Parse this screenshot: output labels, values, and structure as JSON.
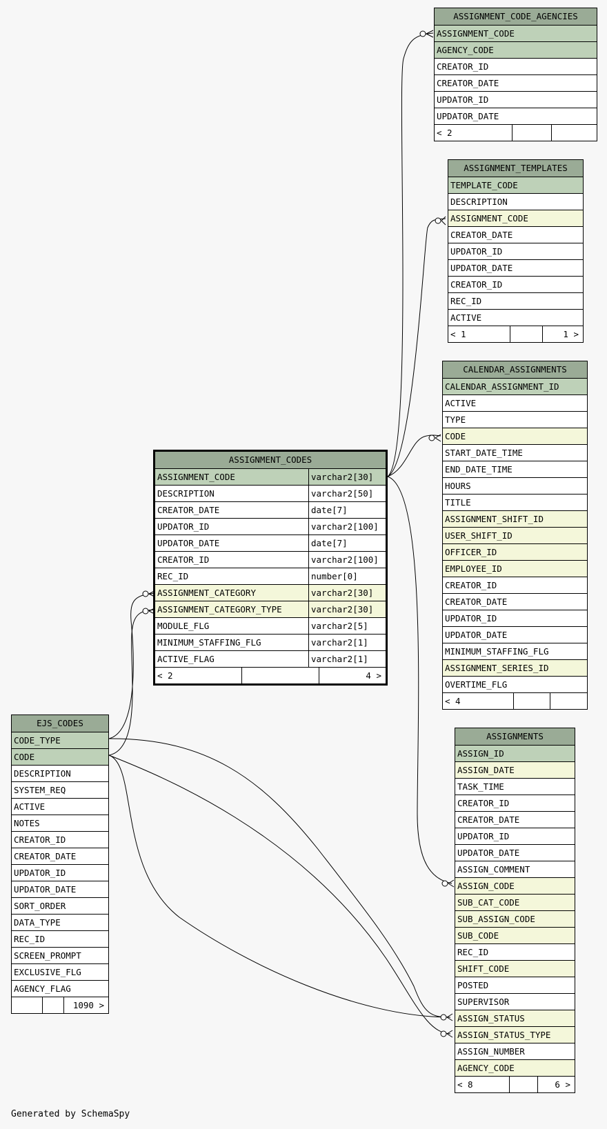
{
  "tables": {
    "assignment_code_agencies": {
      "title": "ASSIGNMENT_CODE_AGENCIES",
      "columns": [
        {
          "name": "ASSIGNMENT_CODE",
          "kind": "pk"
        },
        {
          "name": "AGENCY_CODE",
          "kind": "pk"
        },
        {
          "name": "CREATOR_ID",
          "kind": "plain"
        },
        {
          "name": "CREATOR_DATE",
          "kind": "plain"
        },
        {
          "name": "UPDATOR_ID",
          "kind": "plain"
        },
        {
          "name": "UPDATOR_DATE",
          "kind": "plain"
        }
      ],
      "footer": {
        "left": "< 2",
        "mid": "",
        "right": ""
      }
    },
    "assignment_templates": {
      "title": "ASSIGNMENT_TEMPLATES",
      "columns": [
        {
          "name": "TEMPLATE_CODE",
          "kind": "pk"
        },
        {
          "name": "DESCRIPTION",
          "kind": "plain"
        },
        {
          "name": "ASSIGNMENT_CODE",
          "kind": "fk"
        },
        {
          "name": "CREATOR_DATE",
          "kind": "plain"
        },
        {
          "name": "UPDATOR_ID",
          "kind": "plain"
        },
        {
          "name": "UPDATOR_DATE",
          "kind": "plain"
        },
        {
          "name": "CREATOR_ID",
          "kind": "plain"
        },
        {
          "name": "REC_ID",
          "kind": "plain"
        },
        {
          "name": "ACTIVE",
          "kind": "plain"
        }
      ],
      "footer": {
        "left": "< 1",
        "mid": "",
        "right": "1 >"
      }
    },
    "calendar_assignments": {
      "title": "CALENDAR_ASSIGNMENTS",
      "columns": [
        {
          "name": "CALENDAR_ASSIGNMENT_ID",
          "kind": "pk"
        },
        {
          "name": "ACTIVE",
          "kind": "plain"
        },
        {
          "name": "TYPE",
          "kind": "plain"
        },
        {
          "name": "CODE",
          "kind": "fk"
        },
        {
          "name": "START_DATE_TIME",
          "kind": "plain"
        },
        {
          "name": "END_DATE_TIME",
          "kind": "plain"
        },
        {
          "name": "HOURS",
          "kind": "plain"
        },
        {
          "name": "TITLE",
          "kind": "plain"
        },
        {
          "name": "ASSIGNMENT_SHIFT_ID",
          "kind": "fk"
        },
        {
          "name": "USER_SHIFT_ID",
          "kind": "fk"
        },
        {
          "name": "OFFICER_ID",
          "kind": "fk"
        },
        {
          "name": "EMPLOYEE_ID",
          "kind": "fk"
        },
        {
          "name": "CREATOR_ID",
          "kind": "plain"
        },
        {
          "name": "CREATOR_DATE",
          "kind": "plain"
        },
        {
          "name": "UPDATOR_ID",
          "kind": "plain"
        },
        {
          "name": "UPDATOR_DATE",
          "kind": "plain"
        },
        {
          "name": "MINIMUM_STAFFING_FLG",
          "kind": "plain"
        },
        {
          "name": "ASSIGNMENT_SERIES_ID",
          "kind": "fk"
        },
        {
          "name": "OVERTIME_FLG",
          "kind": "plain"
        }
      ],
      "footer": {
        "left": "< 4",
        "mid": "",
        "right": ""
      }
    },
    "assignment_codes": {
      "title": "ASSIGNMENT_CODES",
      "columns": [
        {
          "name": "ASSIGNMENT_CODE",
          "type": "varchar2[30]",
          "kind": "pk"
        },
        {
          "name": "DESCRIPTION",
          "type": "varchar2[50]",
          "kind": "plain"
        },
        {
          "name": "CREATOR_DATE",
          "type": "date[7]",
          "kind": "plain"
        },
        {
          "name": "UPDATOR_ID",
          "type": "varchar2[100]",
          "kind": "plain"
        },
        {
          "name": "UPDATOR_DATE",
          "type": "date[7]",
          "kind": "plain"
        },
        {
          "name": "CREATOR_ID",
          "type": "varchar2[100]",
          "kind": "plain"
        },
        {
          "name": "REC_ID",
          "type": "number[0]",
          "kind": "plain"
        },
        {
          "name": "ASSIGNMENT_CATEGORY",
          "type": "varchar2[30]",
          "kind": "fk"
        },
        {
          "name": "ASSIGNMENT_CATEGORY_TYPE",
          "type": "varchar2[30]",
          "kind": "fk"
        },
        {
          "name": "MODULE_FLG",
          "type": "varchar2[5]",
          "kind": "plain"
        },
        {
          "name": "MINIMUM_STAFFING_FLG",
          "type": "varchar2[1]",
          "kind": "plain"
        },
        {
          "name": "ACTIVE_FLAG",
          "type": "varchar2[1]",
          "kind": "plain"
        }
      ],
      "footer": {
        "left": "< 2",
        "mid": "",
        "right": "4 >"
      }
    },
    "ejs_codes": {
      "title": "EJS_CODES",
      "columns": [
        {
          "name": "CODE_TYPE",
          "kind": "pk"
        },
        {
          "name": "CODE",
          "kind": "pk"
        },
        {
          "name": "DESCRIPTION",
          "kind": "plain"
        },
        {
          "name": "SYSTEM_REQ",
          "kind": "plain"
        },
        {
          "name": "ACTIVE",
          "kind": "plain"
        },
        {
          "name": "NOTES",
          "kind": "plain"
        },
        {
          "name": "CREATOR_ID",
          "kind": "plain"
        },
        {
          "name": "CREATOR_DATE",
          "kind": "plain"
        },
        {
          "name": "UPDATOR_ID",
          "kind": "plain"
        },
        {
          "name": "UPDATOR_DATE",
          "kind": "plain"
        },
        {
          "name": "SORT_ORDER",
          "kind": "plain"
        },
        {
          "name": "DATA_TYPE",
          "kind": "plain"
        },
        {
          "name": "REC_ID",
          "kind": "plain"
        },
        {
          "name": "SCREEN_PROMPT",
          "kind": "plain"
        },
        {
          "name": "EXCLUSIVE_FLG",
          "kind": "plain"
        },
        {
          "name": "AGENCY_FLAG",
          "kind": "plain"
        }
      ],
      "footer": {
        "left": "",
        "mid": "",
        "right": "1090 >"
      }
    },
    "assignments": {
      "title": "ASSIGNMENTS",
      "columns": [
        {
          "name": "ASSIGN_ID",
          "kind": "pk"
        },
        {
          "name": "ASSIGN_DATE",
          "kind": "fk"
        },
        {
          "name": "TASK_TIME",
          "kind": "plain"
        },
        {
          "name": "CREATOR_ID",
          "kind": "plain"
        },
        {
          "name": "CREATOR_DATE",
          "kind": "plain"
        },
        {
          "name": "UPDATOR_ID",
          "kind": "plain"
        },
        {
          "name": "UPDATOR_DATE",
          "kind": "plain"
        },
        {
          "name": "ASSIGN_COMMENT",
          "kind": "plain"
        },
        {
          "name": "ASSIGN_CODE",
          "kind": "fk"
        },
        {
          "name": "SUB_CAT_CODE",
          "kind": "fk"
        },
        {
          "name": "SUB_ASSIGN_CODE",
          "kind": "fk"
        },
        {
          "name": "SUB_CODE",
          "kind": "fk"
        },
        {
          "name": "REC_ID",
          "kind": "plain"
        },
        {
          "name": "SHIFT_CODE",
          "kind": "fk"
        },
        {
          "name": "POSTED",
          "kind": "plain"
        },
        {
          "name": "SUPERVISOR",
          "kind": "plain"
        },
        {
          "name": "ASSIGN_STATUS",
          "kind": "fk"
        },
        {
          "name": "ASSIGN_STATUS_TYPE",
          "kind": "fk"
        },
        {
          "name": "ASSIGN_NUMBER",
          "kind": "plain"
        },
        {
          "name": "AGENCY_CODE",
          "kind": "fk"
        }
      ],
      "footer": {
        "left": "< 8",
        "mid": "",
        "right": "6 >"
      }
    }
  },
  "generated_by": "Generated by SchemaSpy"
}
